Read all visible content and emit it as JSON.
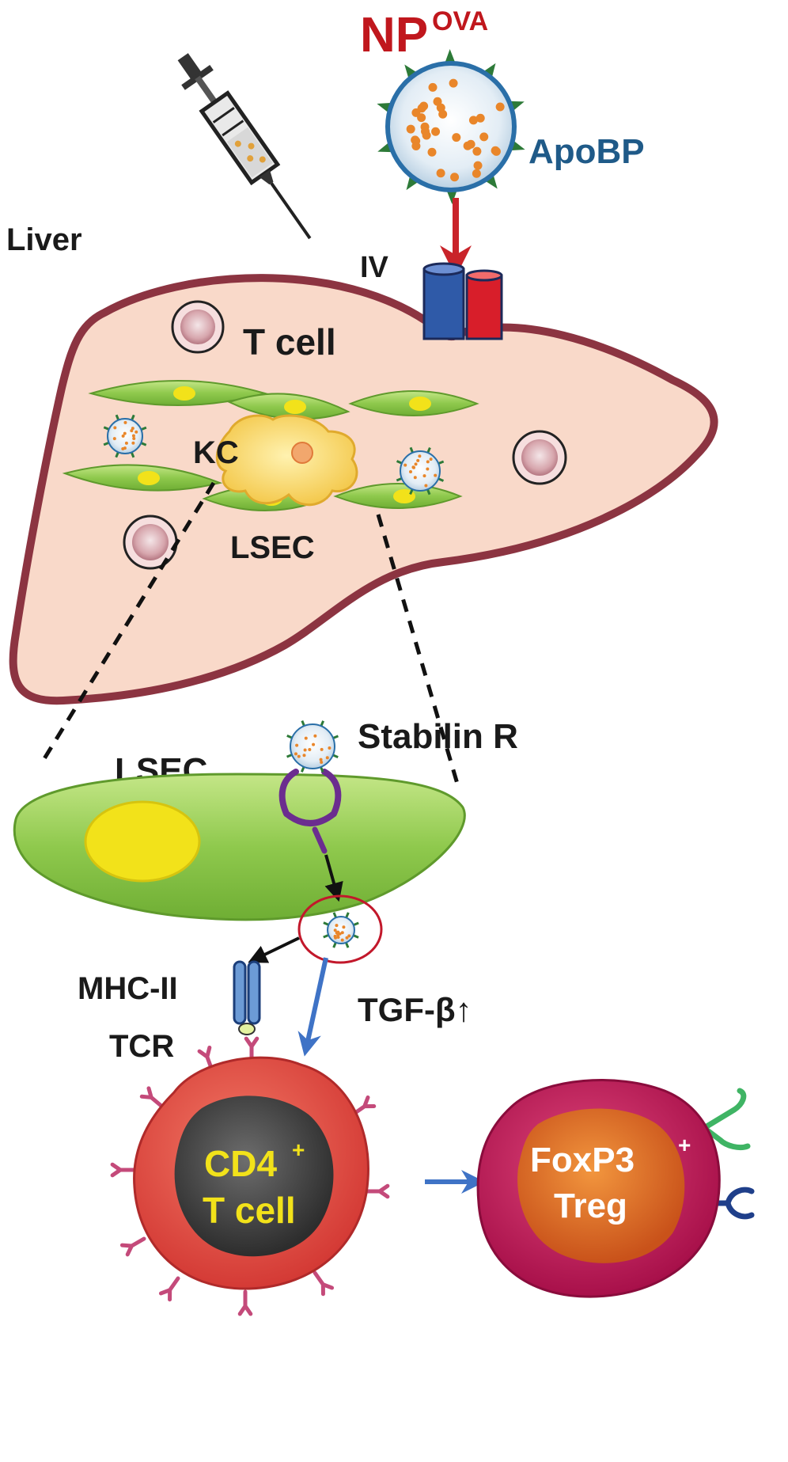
{
  "title": {
    "main": "NP",
    "superscript": "OVA"
  },
  "labels": {
    "apobp": "ApoBP",
    "liver": "Liver",
    "iv": "IV",
    "t_cell": "T cell",
    "kc": "KC",
    "lsec_liver": "LSEC",
    "stabilin_r": "Stabilin R",
    "lsec_zoom": "LSEC",
    "mhc_ii": "MHC-II",
    "tgf_beta": "TGF-β↑",
    "tcr": "TCR",
    "cd4_line1": "CD4",
    "cd4_sup": "+",
    "cd4_line2": "T cell",
    "foxp3_line1": "FoxP3",
    "foxp3_sup": "+",
    "foxp3_line2": "Treg"
  },
  "colors": {
    "title_red": "#c0171d",
    "apobp_blue": "#1f5a88",
    "liver_fill": "#f9d9c9",
    "liver_outline": "#8c3441",
    "lsec_green": "#9fd15a",
    "nucleus_yellow": "#f2e21a",
    "treg_crimson": "#c8185a",
    "tcell_red": "#e8473f",
    "arrow_blue": "#3f73c6"
  }
}
